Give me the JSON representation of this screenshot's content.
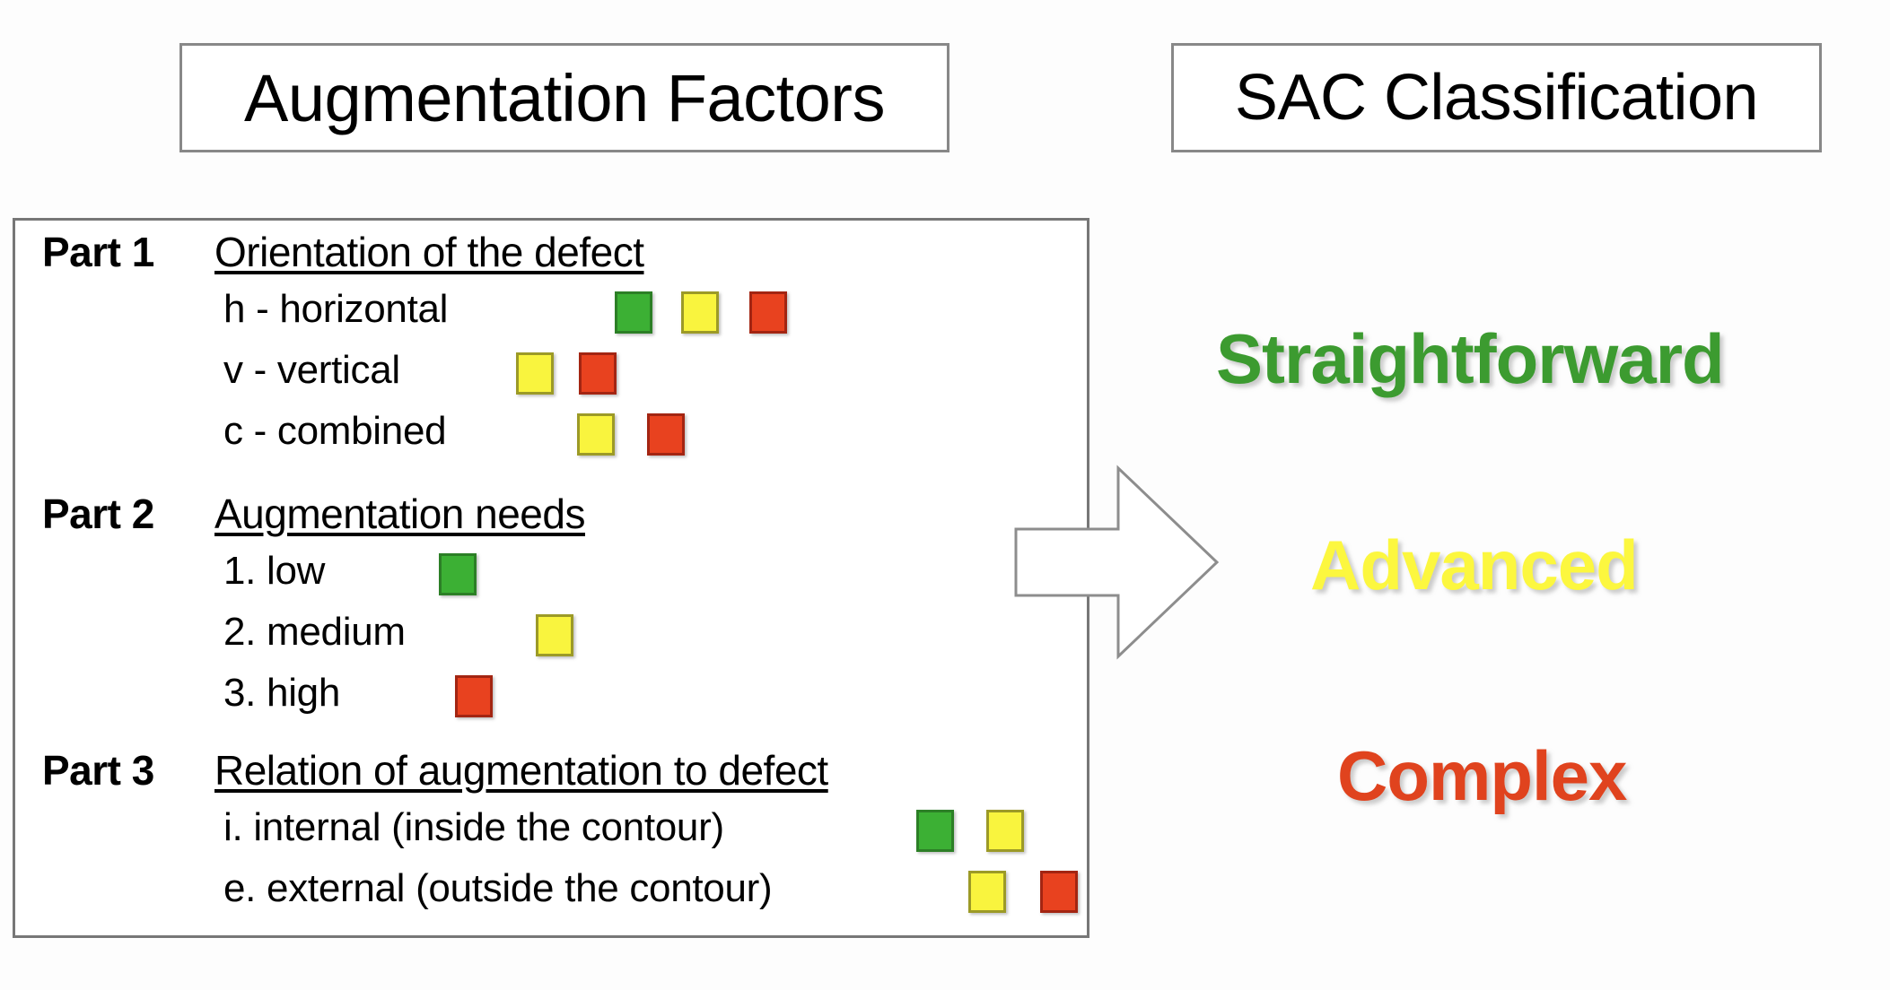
{
  "headers": {
    "left_title": "Augmentation Factors",
    "right_title": "SAC Classification"
  },
  "colors": {
    "green": "#3CB034",
    "yellow": "#F9F43E",
    "red": "#E8421F",
    "green_text": "#3C9B30",
    "yellow_text": "#FCF73F",
    "red_text": "#E0431E",
    "border": "#777777"
  },
  "panel": {
    "parts": [
      {
        "label": "Part 1",
        "title": "Orientation of the defect",
        "options": [
          {
            "text": "h - horizontal",
            "chips": [
              "green",
              "yellow",
              "red"
            ]
          },
          {
            "text": "v - vertical",
            "chips": [
              "yellow",
              "red"
            ]
          },
          {
            "text": "c - combined",
            "chips": [
              "yellow",
              "red"
            ]
          }
        ]
      },
      {
        "label": "Part 2",
        "title": "Augmentation needs",
        "options": [
          {
            "text": "1. low",
            "chips": [
              "green"
            ]
          },
          {
            "text": "2. medium",
            "chips": [
              "yellow"
            ]
          },
          {
            "text": "3. high",
            "chips": [
              "red"
            ]
          }
        ]
      },
      {
        "label": "Part 3",
        "title": "Relation of augmentation to defect",
        "options": [
          {
            "text": "i. internal (inside the contour)",
            "chips": [
              "green",
              "yellow"
            ]
          },
          {
            "text": "e. external (outside the contour)",
            "chips": [
              "yellow",
              "red"
            ]
          }
        ]
      }
    ]
  },
  "arrow": {
    "direction": "right",
    "fill": "#ffffff",
    "stroke": "#888888"
  },
  "classification": {
    "levels": [
      {
        "label": "Straightforward",
        "color": "#3C9B30"
      },
      {
        "label": "Advanced",
        "color": "#FCF73F"
      },
      {
        "label": "Complex",
        "color": "#E0431E"
      }
    ]
  }
}
